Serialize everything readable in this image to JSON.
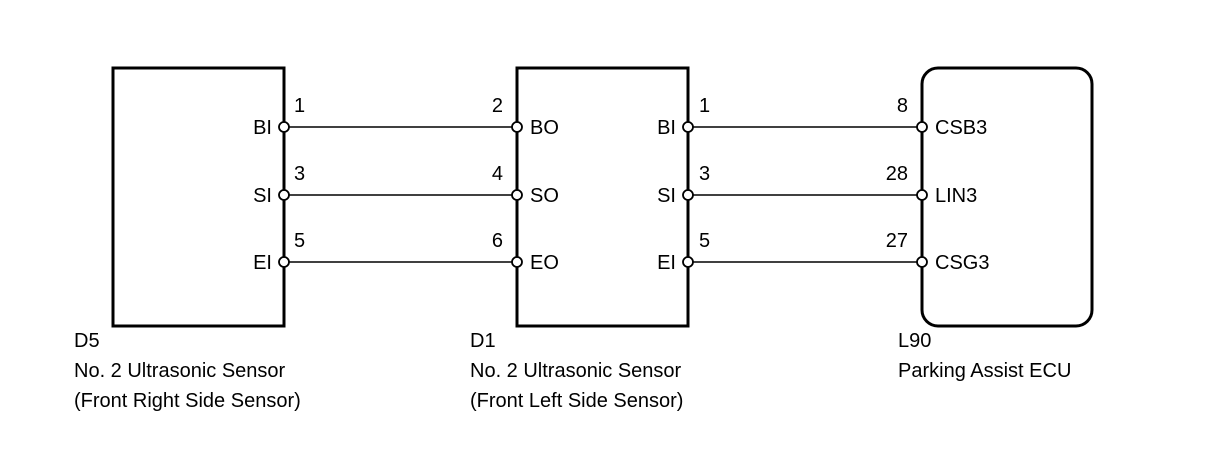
{
  "components": {
    "d5": {
      "code": "D5",
      "name": "No. 2 Ultrasonic Sensor",
      "desc": "(Front Right Side Sensor)",
      "pins": [
        {
          "name": "BI",
          "num": "1"
        },
        {
          "name": "SI",
          "num": "3"
        },
        {
          "name": "EI",
          "num": "5"
        }
      ]
    },
    "d1": {
      "code": "D1",
      "name": "No. 2 Ultrasonic Sensor",
      "desc": "(Front Left Side Sensor)",
      "left_pins": [
        {
          "name": "BO",
          "num": "2"
        },
        {
          "name": "SO",
          "num": "4"
        },
        {
          "name": "EO",
          "num": "6"
        }
      ],
      "right_pins": [
        {
          "name": "BI",
          "num": "1"
        },
        {
          "name": "SI",
          "num": "3"
        },
        {
          "name": "EI",
          "num": "5"
        }
      ]
    },
    "l90": {
      "code": "L90",
      "name": "Parking Assist ECU",
      "pins": [
        {
          "name": "CSB3",
          "num": "8"
        },
        {
          "name": "LIN3",
          "num": "28"
        },
        {
          "name": "CSG3",
          "num": "27"
        }
      ]
    }
  }
}
